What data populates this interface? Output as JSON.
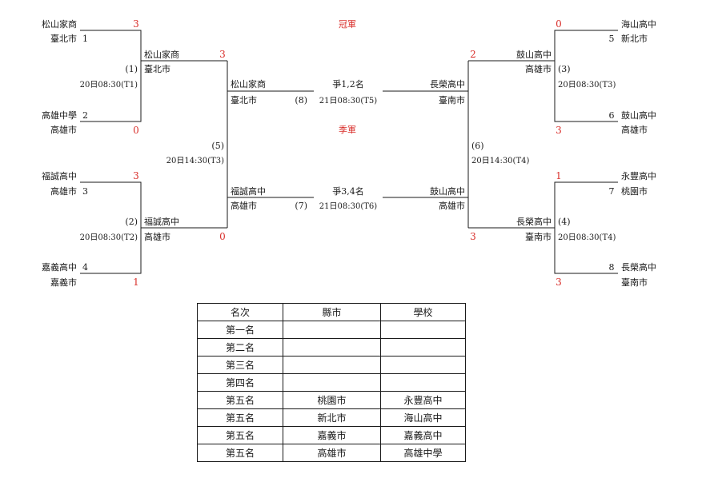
{
  "titles": {
    "champion": "冠軍",
    "third": "季軍"
  },
  "finals": [
    {
      "label": "爭1,2名",
      "time": "21日08:30(T5)"
    },
    {
      "label": "爭3,4名",
      "time": "21日08:30(T6)"
    }
  ],
  "teams": [
    {
      "school": "松山家商",
      "city": "臺北市",
      "seed": "1",
      "score": "3"
    },
    {
      "school": "高雄中學",
      "city": "高雄市",
      "seed": "2",
      "score": "0"
    },
    {
      "school": "福誠高中",
      "city": "高雄市",
      "seed": "3",
      "score": "3"
    },
    {
      "school": "嘉義高中",
      "city": "嘉義市",
      "seed": "4",
      "score": "1"
    },
    {
      "school": "海山高中",
      "city": "新北市",
      "seed": "5",
      "score": "0"
    },
    {
      "school": "鼓山高中",
      "city": "高雄市",
      "seed": "6",
      "score": "3"
    },
    {
      "school": "永豐高中",
      "city": "桃園市",
      "seed": "7",
      "score": "1"
    },
    {
      "school": "長榮高中",
      "city": "臺南市",
      "seed": "8",
      "score": "3"
    }
  ],
  "matches": [
    {
      "num": "(1)",
      "time": "20日08:30(T1)",
      "winner_school": "松山家商",
      "winner_city": "臺北市",
      "score": "3"
    },
    {
      "num": "(2)",
      "time": "20日08:30(T2)",
      "winner_school": "福誠高中",
      "winner_city": "高雄市",
      "score": "0"
    },
    {
      "num": "(3)",
      "time": "20日08:30(T3)",
      "winner_school": "鼓山高中",
      "winner_city": "高雄市",
      "score": "2"
    },
    {
      "num": "(4)",
      "time": "20日08:30(T4)",
      "winner_school": "長榮高中",
      "winner_city": "臺南市",
      "score": "3"
    },
    {
      "num": "(5)",
      "time": "20日14:30(T3)",
      "winner_school": "松山家商",
      "winner_city": "臺北市",
      "winner_num": "(8)",
      "loser_school": "福誠高中",
      "loser_city": "高雄市",
      "loser_num": "(7)"
    },
    {
      "num": "(6)",
      "time": "20日14:30(T4)",
      "winner_school": "長榮高中",
      "winner_city": "臺南市",
      "loser_school": "鼓山高中",
      "loser_city": "高雄市"
    }
  ],
  "ranking": {
    "headers": [
      "名次",
      "縣市",
      "學校"
    ],
    "rows": [
      [
        "第一名",
        "",
        ""
      ],
      [
        "第二名",
        "",
        ""
      ],
      [
        "第三名",
        "",
        ""
      ],
      [
        "第四名",
        "",
        ""
      ],
      [
        "第五名",
        "桃園市",
        "永豐高中"
      ],
      [
        "第五名",
        "新北市",
        "海山高中"
      ],
      [
        "第五名",
        "嘉義市",
        "嘉義高中"
      ],
      [
        "第五名",
        "高雄市",
        "高雄中學"
      ]
    ]
  }
}
